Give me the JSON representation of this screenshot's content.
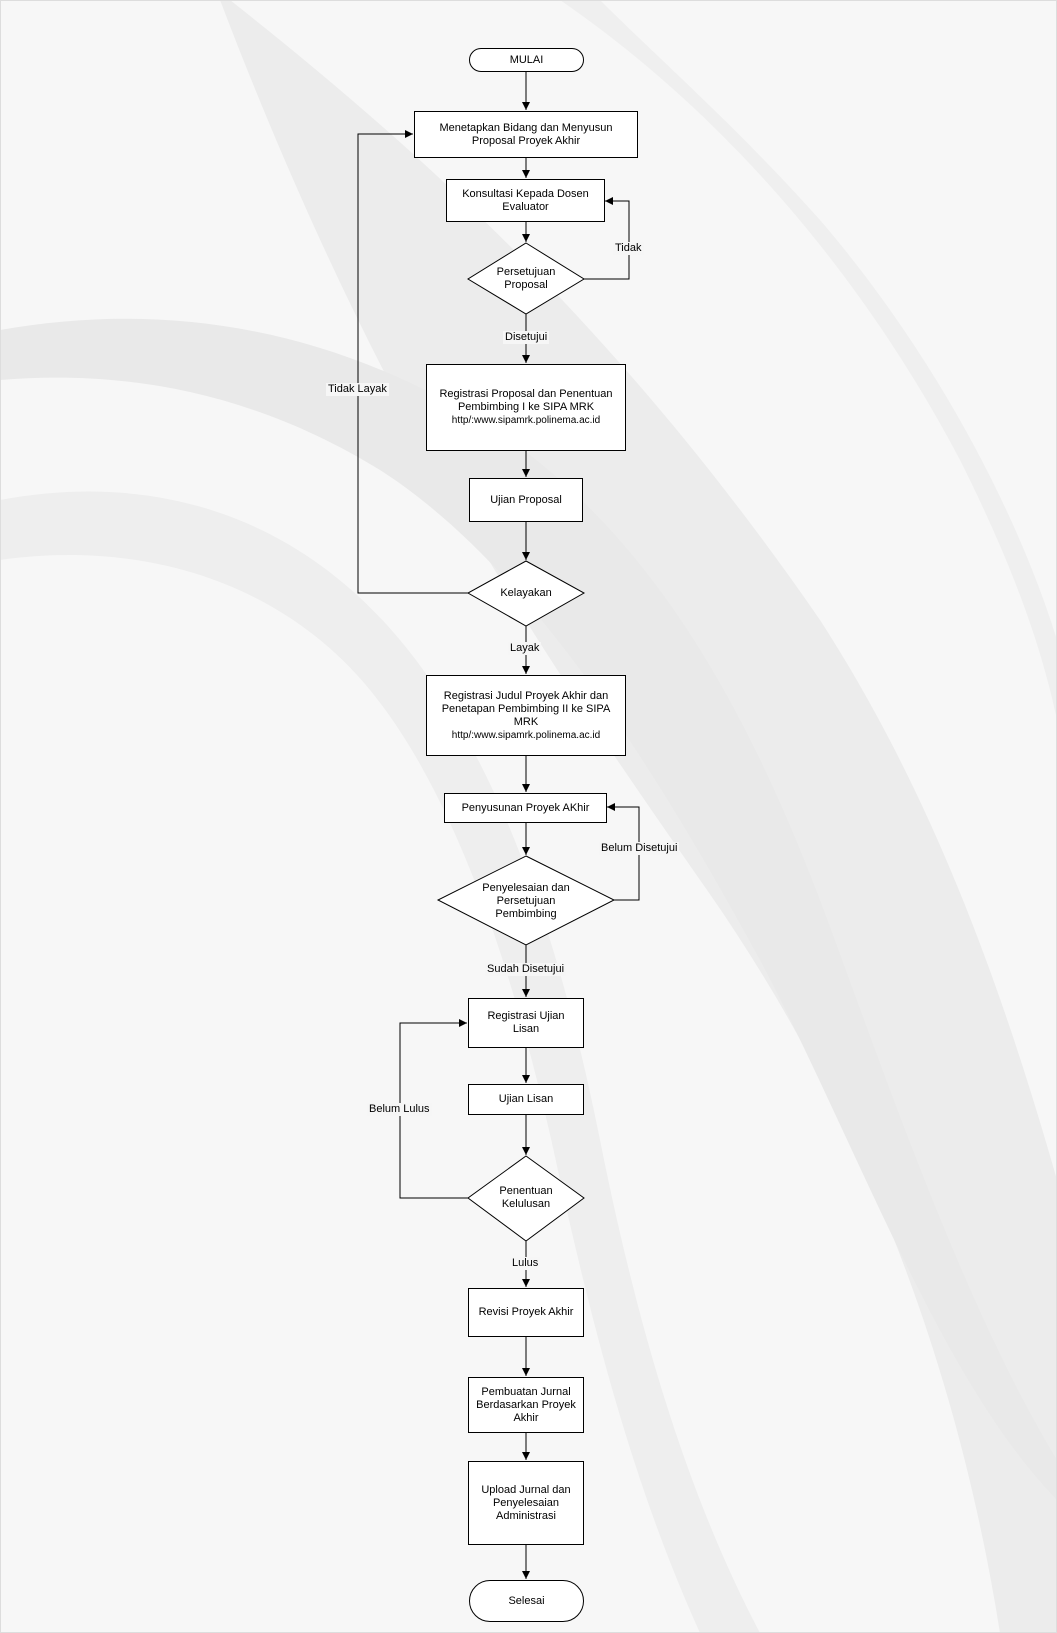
{
  "flowchart": {
    "start": "MULAI",
    "end": "Selesai",
    "steps": {
      "s1": "Menetapkan Bidang dan Menyusun Proposal Proyek Akhir",
      "s2": "Konsultasi Kepada Dosen Evaluator",
      "s3": "Registrasi Proposal dan Penentuan Pembimbing I ke SIPA MRK",
      "s3_url": "http/:www.sipamrk.polinema.ac.id",
      "s4": "Ujian Proposal",
      "s5": "Registrasi Judul Proyek Akhir dan Penetapan Pembimbing II ke SIPA MRK",
      "s5_url": "http/:www.sipamrk.polinema.ac.id",
      "s6": "Penyusunan Proyek AKhir",
      "s7": "Registrasi Ujian Lisan",
      "s8": "Ujian Lisan",
      "s9": "Revisi Proyek Akhir",
      "s10": "Pembuatan Jurnal Berdasarkan Proyek Akhir",
      "s11": "Upload Jurnal dan Penyelesaian Administrasi"
    },
    "decisions": {
      "d1": "Persetujuan Proposal",
      "d2": "Kelayakan",
      "d3": "Penyelesaian dan Persetujuan Pembimbing",
      "d4": "Penentuan Kelulusan"
    },
    "edge_labels": {
      "tidak": "Tidak",
      "disetujui": "Disetujui",
      "tidak_layak": "Tidak Layak",
      "layak": "Layak",
      "belum_disetujui": "Belum Disetujui",
      "sudah_disetujui": "Sudah Disetujui",
      "belum_lulus": "Belum Lulus",
      "lulus": "Lulus"
    }
  }
}
